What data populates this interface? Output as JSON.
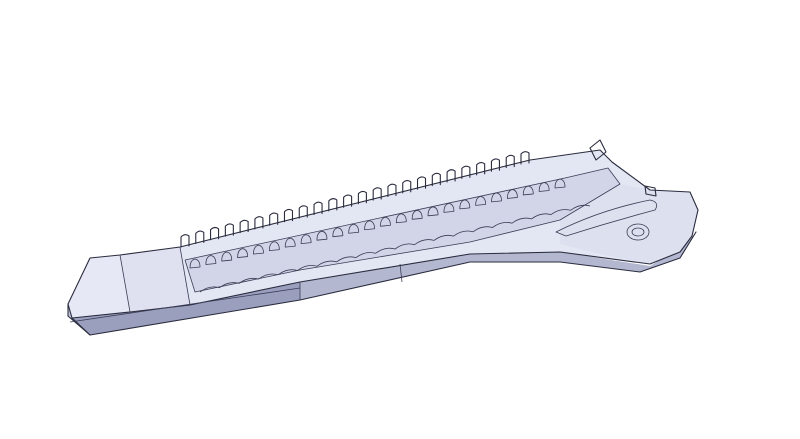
{
  "viewport": {
    "background": "#ffffff"
  },
  "model": {
    "part": "utility-knife-body",
    "shading": {
      "face_light": "#e6e8f5",
      "face_mid": "#d2d5e8",
      "face_dark": "#b3b7d0",
      "face_shadow": "#9a9fbe",
      "edge": "#2a2c3e"
    },
    "features": {
      "track_teeth": 24,
      "slot_notches": 24,
      "wave_bumps": 20,
      "has_hanging_hole": true,
      "has_slot_cutout": true
    }
  }
}
